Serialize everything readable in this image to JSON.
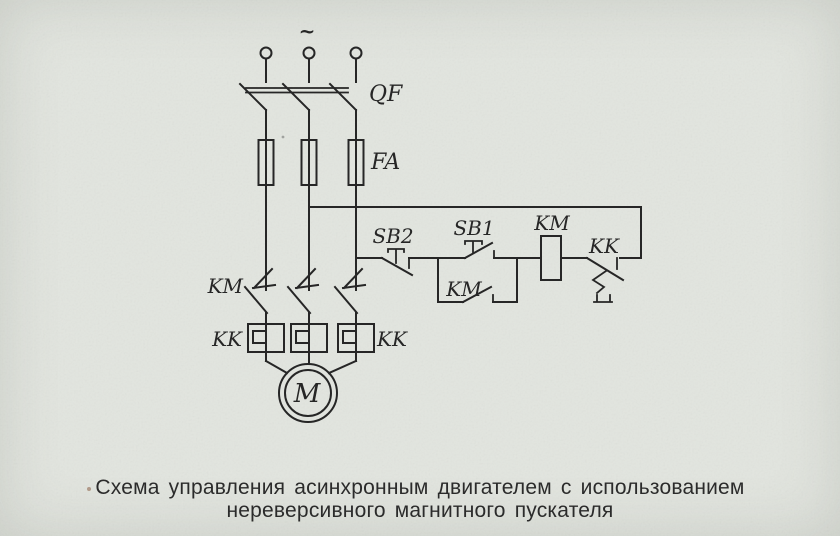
{
  "colors": {
    "paper": "#e2e5df",
    "ink": "#262626",
    "caption_ink": "#2b2b2b"
  },
  "schematic": {
    "power": {
      "supply_symbol": "~",
      "circuit_breaker": "QF",
      "fuses": "FA",
      "contactor_main_contacts": "KM",
      "thermal_elements_left": "KK",
      "thermal_elements_right": "KK",
      "motor": "M"
    },
    "control": {
      "stop_button": "SB2",
      "start_button": "SB1",
      "contactor_coil": "KM",
      "aux_contact": "KM",
      "thermal_contact": "KK"
    }
  },
  "caption": {
    "line1": "Схема управления асинхронным двигателем с использованием",
    "line2": "нереверсивного магнитного пускателя"
  }
}
